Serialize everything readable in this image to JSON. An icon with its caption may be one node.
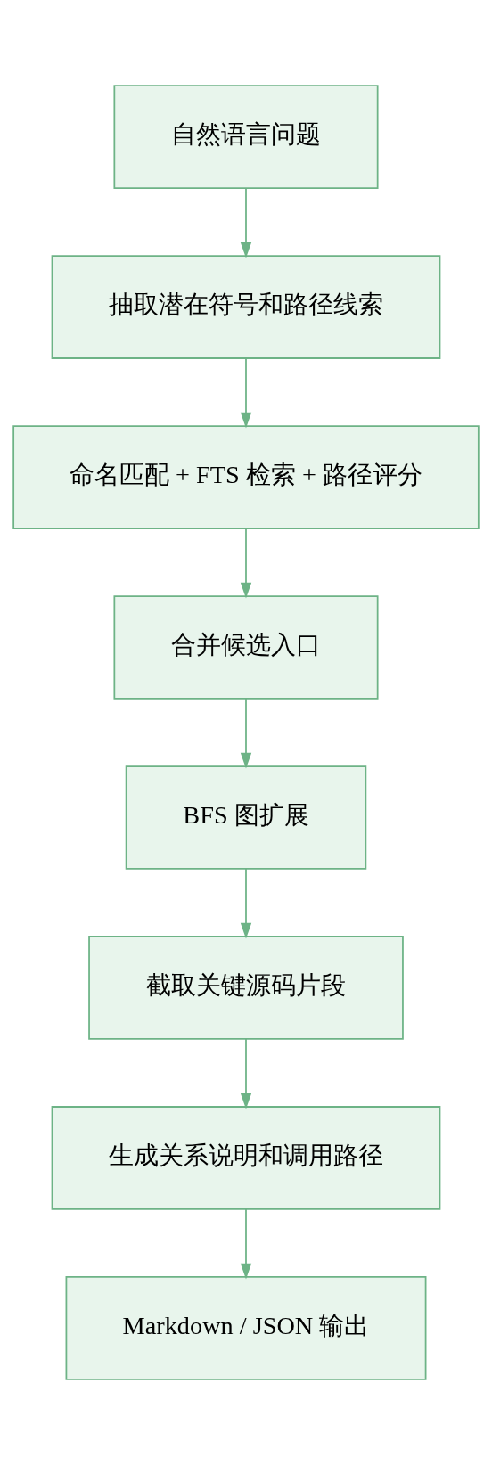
{
  "diagram": {
    "nodes": [
      {
        "text": [
          "自然语言问题"
        ]
      },
      {
        "text": [
          "抽取潜在符号和路径线索"
        ]
      },
      {
        "text": [
          "命名匹配 + FTS 检索 + 路径评分"
        ]
      },
      {
        "text": [
          "合并候选入口"
        ]
      },
      {
        "text": [
          "BFS 图扩展"
        ]
      },
      {
        "text": [
          "截取关键源码片段"
        ]
      },
      {
        "text": [
          "生成关系说明和调用路径"
        ]
      },
      {
        "text": [
          "Markdown / JSON 输出"
        ]
      }
    ],
    "edges": [
      {
        "from": 0,
        "to": 1,
        "arrow": "to"
      },
      {
        "from": 1,
        "to": 2,
        "arrow": "to"
      },
      {
        "from": 2,
        "to": 3,
        "arrow": "to"
      },
      {
        "from": 3,
        "to": 4,
        "arrow": "to"
      },
      {
        "from": 4,
        "to": 5,
        "arrow": "to"
      },
      {
        "from": 5,
        "to": 6,
        "arrow": "to"
      },
      {
        "from": 6,
        "to": 7,
        "arrow": "to"
      }
    ]
  }
}
